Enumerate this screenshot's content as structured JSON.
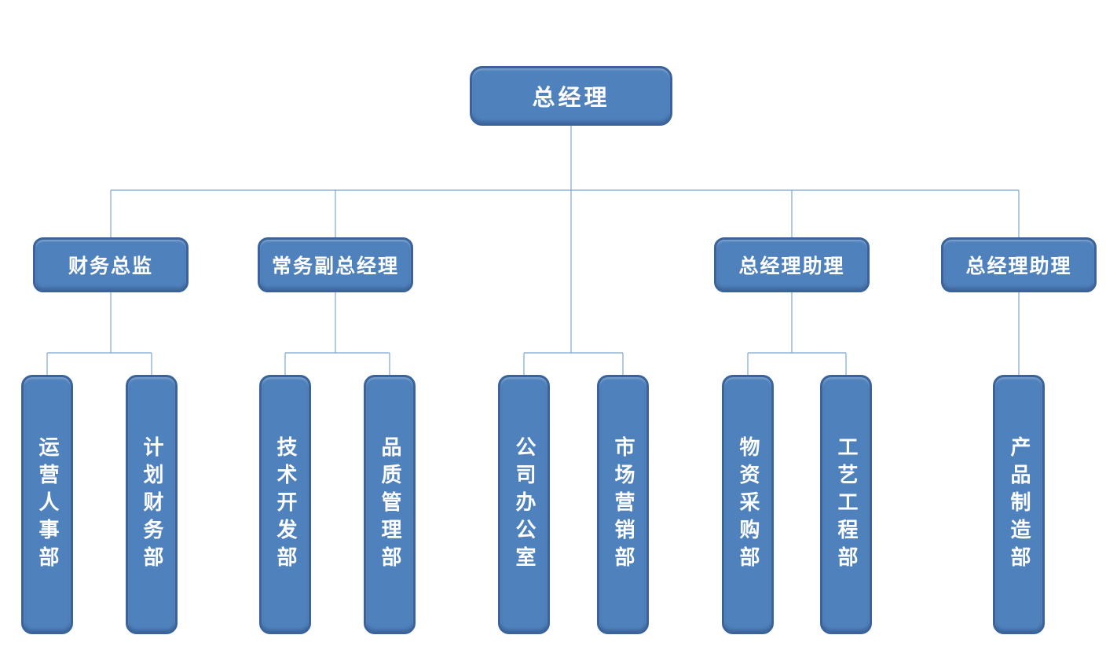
{
  "org": {
    "root": {
      "label": "总经理"
    },
    "branches": [
      {
        "manager": "财务总监",
        "departments": [
          "运营人事部",
          "计划财务部"
        ]
      },
      {
        "manager": "常务副总经理",
        "departments": [
          "技术开发部",
          "品质管理部"
        ]
      },
      {
        "manager": null,
        "departments": [
          "公司办公室",
          "市场营销部"
        ]
      },
      {
        "manager": "总经理助理",
        "departments": [
          "物资采购部",
          "工艺工程部"
        ]
      },
      {
        "manager": "总经理助理",
        "departments": [
          "产品制造部"
        ]
      }
    ],
    "colors": {
      "node_fill": "#4f81bd",
      "node_border": "#3a639b",
      "node_text": "#ffffff",
      "connector": "#7fa5d2",
      "background": "#ffffff"
    }
  }
}
